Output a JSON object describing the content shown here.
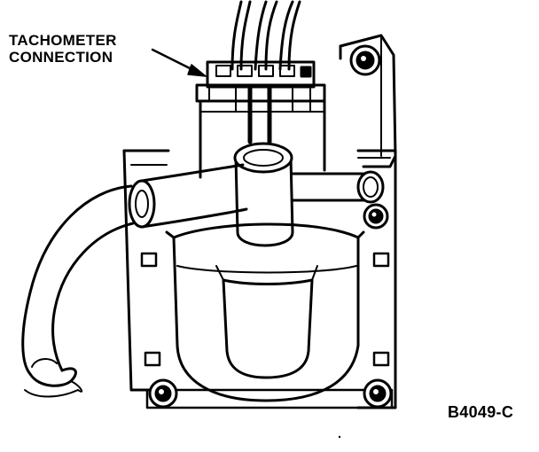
{
  "callout": {
    "line1": "TACHOMETER",
    "line2": "CONNECTION"
  },
  "figure_id": "B4049-C",
  "colors": {
    "ink": "#000000",
    "paper": "#ffffff"
  }
}
